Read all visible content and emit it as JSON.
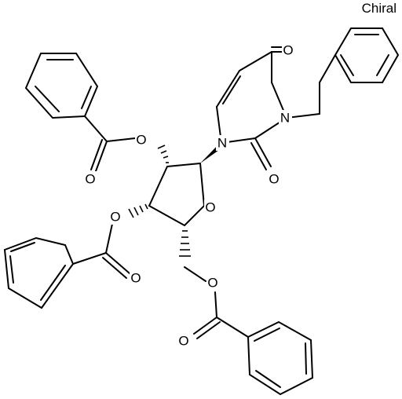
{
  "flag": "Chiral",
  "atoms": {
    "o_uracil_c4": "O",
    "n_uracil_3": "N",
    "n_uracil_1": "N",
    "o_uracil_c2": "O",
    "o_ester_2prime": "O",
    "o_carbonyl_2prime": "O",
    "o_ester_3prime": "O",
    "o_carbonyl_3prime": "O",
    "o_ring": "O",
    "o_ester_5prime": "O",
    "o_carbonyl_5prime": "O"
  }
}
